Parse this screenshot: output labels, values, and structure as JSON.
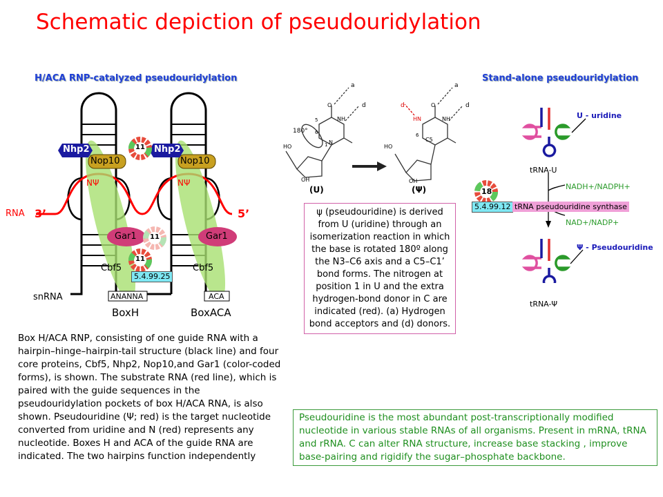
{
  "title": "Schematic depiction of pseudouridylation",
  "left_section": {
    "heading": "H/ACA RNP-catalyzed pseudouridylation",
    "labels": {
      "nhp2_left": "Nhp2",
      "nhp2_right": "Nhp2",
      "nop10_left": "Nop10",
      "nop10_right": "Nop10",
      "gar1_left": "Gar1",
      "gar1_right": "Gar1",
      "cbf5_left": "Cbf5",
      "cbf5_right": "Cbf5",
      "npsi_left": "NΨ",
      "npsi_right": "NΨ",
      "rna": "RNA",
      "three_prime": "3’",
      "five_prime": "5’",
      "snrna": "snRNA",
      "box_h_seq": "ANANNA",
      "box_aca_seq": "ACA",
      "box_h": "BoxH",
      "box_aca": "BoxACA",
      "ec": "5.4.99.25",
      "badge_top": "11",
      "badge_mid": "11",
      "badge_low": "11"
    },
    "caption": "Box H/ACA RNP, consisting of one guide RNA with a hairpin–hinge–hairpin-tail structure (black line) and four core proteins, Cbf5, Nhp2, Nop10,and Gar1 (color-coded forms), is shown. The substrate RNA (red line), which is paired with the guide sequences in the pseudouridylation pockets of box H/ACA RNA, is also shown. Pseudouridine (Ψ; red) is the target nucleotide converted from uridine and N (red) represents any nucleotide. Boxes H and ACA of the guide RNA are indicated. The two hairpins function independently"
  },
  "middle_section": {
    "chem": {
      "a1": "a",
      "d1": "d",
      "a2": "a",
      "d2": "d",
      "d_red": "d",
      "angle": "180°",
      "u_label": "(U)",
      "psi_label": "(Ψ)",
      "o": "O",
      "nh": "NH",
      "n": "N",
      "hn": "HN",
      "ho": "HO",
      "oh": "OH",
      "n1": "1",
      "n6": "6",
      "n5": "5",
      "c5": "C5",
      "c6": "6"
    },
    "caption": "ψ (pseudouridine) is derived from U (uridine) through an isomerization reaction in which the base is rotated 180º along the N3–C6 axis and a C5–C1’ bond forms. The nitrogen at position 1 in U and the extra hydrogen-bond donor in C are indicated (red). (a) Hydrogen bond acceptors and (d) donors."
  },
  "right_section": {
    "heading": "Stand-alone pseudouridylation",
    "u_label": "U - uridine",
    "trna_u": "tRNA-U",
    "nadh": "NADH+/NADPH+",
    "enzyme": "tRNA pseudouridine synthase",
    "ec": "5.4.99.12",
    "badge": "18",
    "nad": "NAD+/NADP+",
    "psi_label": "Ψ - Pseudouridine",
    "trna_psi": "tRNA-Ψ"
  },
  "bottom_note": "Pseudouridine is the most abundant post-transcriptionally modified nucleotide in various stable RNAs of all organisms. Present in mRNA, tRNA and rRNA. C can alter RNA structure, increase base stacking , improve base-pairing and rigidify the sugar–phosphate backbone.",
  "colors": {
    "title": "#ff0000",
    "heading": "#1f3fd6",
    "nhp2": "#1a1aa0",
    "nop10": "#c8a020",
    "gar1": "#d03c78",
    "cbf5": "#a8e070",
    "rna": "#ff0000",
    "ec_box": "#7fe8f4",
    "pink_box": "#d060a8",
    "green_box": "#3a9a3a"
  }
}
